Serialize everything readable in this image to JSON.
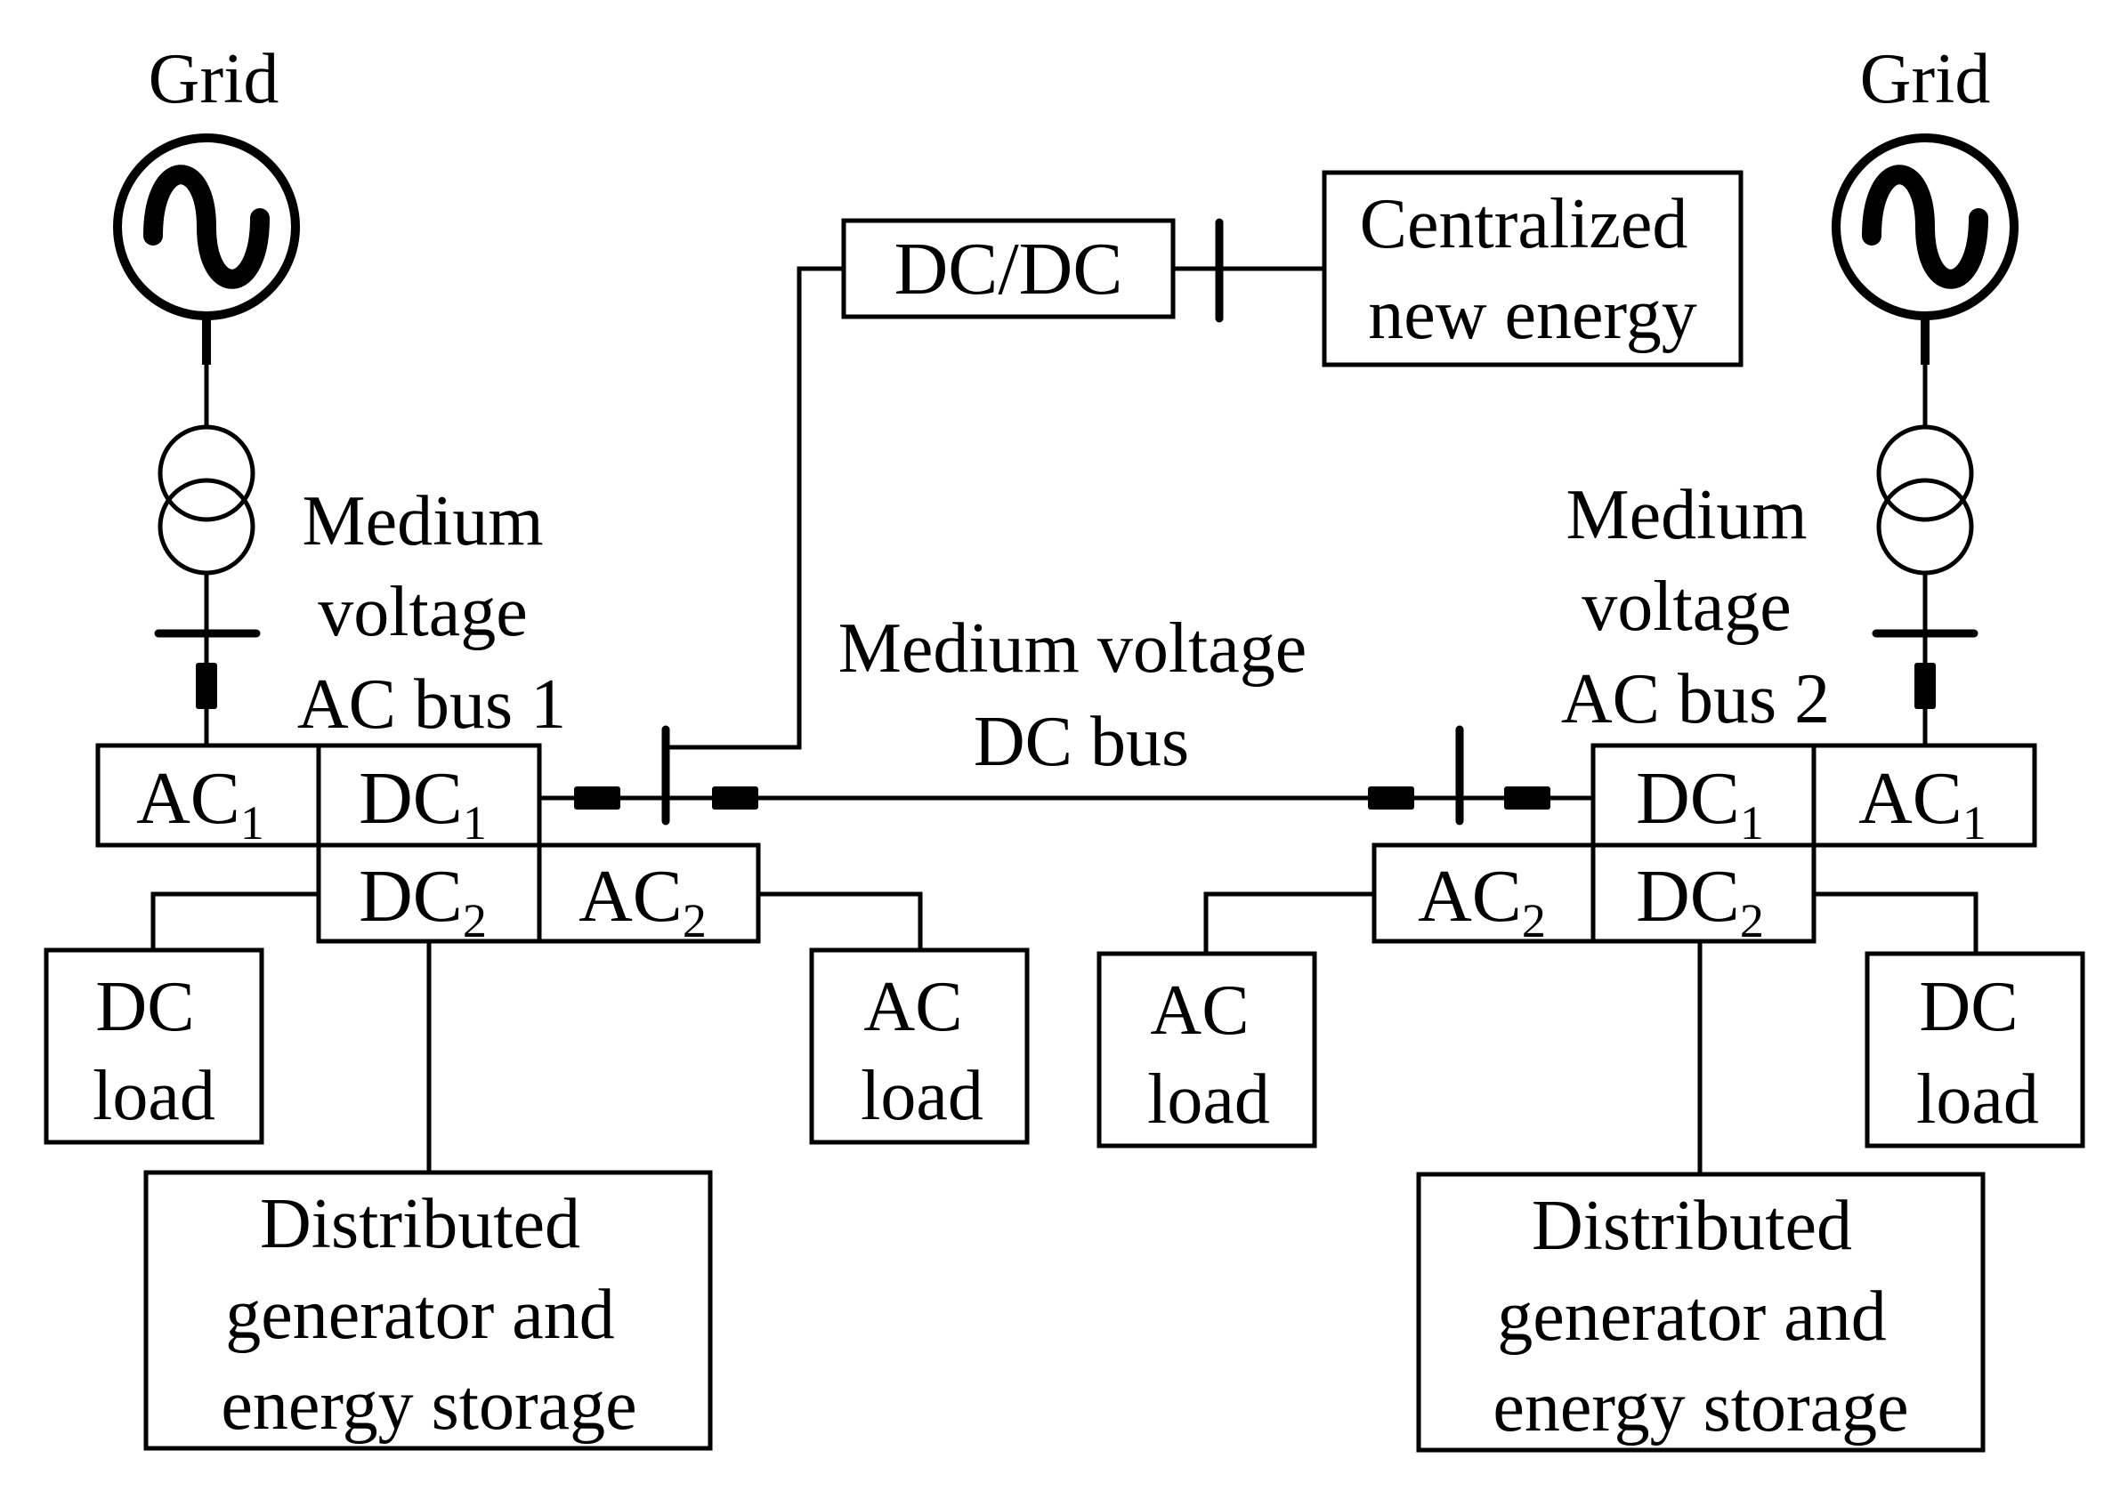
{
  "left": {
    "grid_label": "Grid",
    "bus_label": [
      "Medium",
      "voltage",
      "AC bus 1"
    ],
    "converter": {
      "ac1": {
        "main": "AC",
        "sub": "1"
      },
      "dc1": {
        "main": "DC",
        "sub": "1"
      },
      "dc2": {
        "main": "DC",
        "sub": "2"
      },
      "ac2": {
        "main": "AC",
        "sub": "2"
      }
    },
    "dc_load": [
      "DC",
      "load"
    ],
    "ac_load": [
      "AC",
      "load"
    ],
    "dg_storage": [
      "Distributed",
      "generator and",
      "energy storage"
    ]
  },
  "right": {
    "grid_label": "Grid",
    "bus_label": [
      "Medium",
      "voltage",
      "AC bus 2"
    ],
    "converter": {
      "ac1": {
        "main": "AC",
        "sub": "1"
      },
      "dc1": {
        "main": "DC",
        "sub": "1"
      },
      "dc2": {
        "main": "DC",
        "sub": "2"
      },
      "ac2": {
        "main": "AC",
        "sub": "2"
      }
    },
    "dc_load": [
      "DC",
      "load"
    ],
    "ac_load": [
      "AC",
      "load"
    ],
    "dg_storage": [
      "Distributed",
      "generator and",
      "energy storage"
    ]
  },
  "center": {
    "dcdc": "DC/DC",
    "new_energy": [
      "Centralized",
      "new energy"
    ],
    "dc_bus_label": [
      "Medium voltage",
      "DC bus"
    ]
  }
}
